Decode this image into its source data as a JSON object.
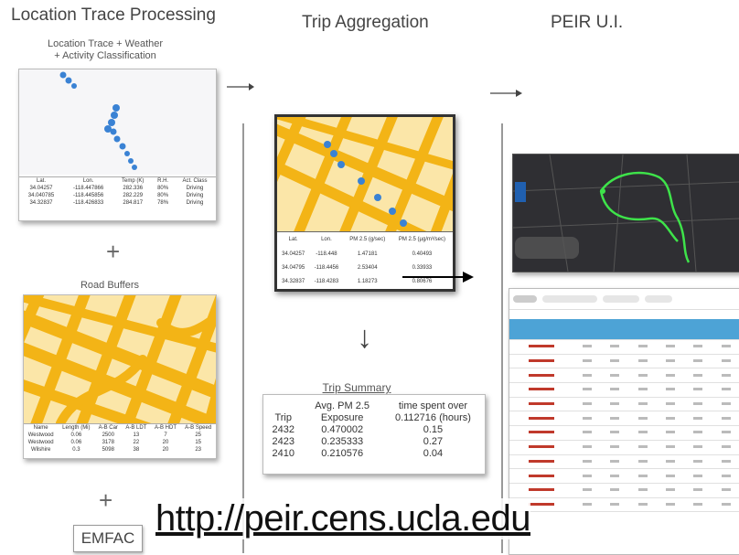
{
  "headings": {
    "col1": "Location Trace Processing",
    "col2": "Trip Aggregation",
    "col3": "PEIR U.I."
  },
  "col1": {
    "subtitle_line1": "Location Trace + Weather",
    "subtitle_line2": "+ Activity Classification",
    "trace_table": {
      "headers": [
        "Lat.",
        "Lon.",
        "Temp (K)",
        "R.H.",
        "Act. Class"
      ],
      "rows": [
        [
          "34.04257",
          "-118.447866",
          "282.336",
          "80%",
          "Driving"
        ],
        [
          "34.040785",
          "-118.445856",
          "282.229",
          "80%",
          "Driving"
        ],
        [
          "34.32837",
          "-118.426833",
          "284.817",
          "78%",
          "Driving"
        ]
      ]
    },
    "plus": "+",
    "road_buffers_label": "Road Buffers",
    "road_table": {
      "headers": [
        "Name",
        "Length (Mi)",
        "A-B Car",
        "A-B LDT",
        "A-B HDT",
        "A-B Speed"
      ],
      "rows": [
        [
          "Westwood",
          "0.06",
          "2500",
          "13",
          "7",
          "25"
        ],
        [
          "Westwood",
          "0.06",
          "3178",
          "22",
          "20",
          "15"
        ],
        [
          "Wilshire",
          "0.3",
          "5098",
          "38",
          "20",
          "23"
        ]
      ]
    },
    "plus2": "+",
    "emfac": "EMFAC"
  },
  "col2": {
    "agg_table": {
      "headers": [
        "Lat.",
        "Lon.",
        "PM 2.5 (g/sec)",
        "PM 2.5 (µg/m³/sec)"
      ],
      "rows": [
        [
          "34.04257",
          "-118.448",
          "1.47181",
          "0.40493"
        ],
        [
          "34.04795",
          "-118.4456",
          "2.53404",
          "0.33933"
        ],
        [
          "34.32837",
          "-118.4283",
          "1.18273",
          "0.80676"
        ]
      ]
    },
    "down_arrow": "↓",
    "trip_summary": {
      "title": "Trip Summary",
      "col_header_1": "Trip",
      "col_header_2_line1": "Avg. PM 2.5",
      "col_header_2_line2": "Exposure",
      "col_header_3_line1": "time spent over",
      "col_header_3_line2": "0.112716 (hours)",
      "rows": [
        [
          "2432",
          "0.470002",
          "0.15"
        ],
        [
          "2423",
          "0.235333",
          "0.27"
        ],
        [
          "2410",
          "0.210576",
          "0.04"
        ]
      ]
    }
  },
  "col3": {
    "ui_table_rows": 12
  },
  "url": "http://peir.cens.ucla.edu",
  "colors": {
    "road": "#f3b416",
    "trace_dot": "#3a82d4",
    "route": "#3ee34a",
    "table_header": "#4da3d6"
  }
}
